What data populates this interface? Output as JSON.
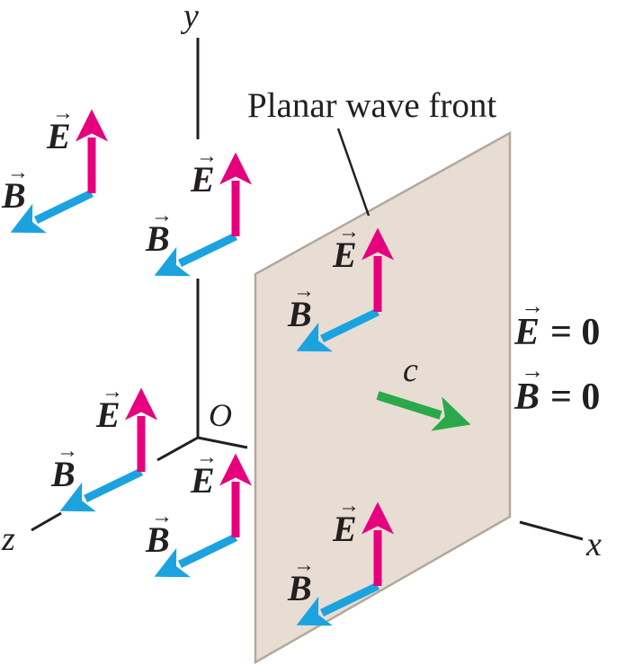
{
  "axes": {
    "x": "x",
    "y": "y",
    "z": "z",
    "origin": "O"
  },
  "wave_front_label": "Planar wave front",
  "speed_label": "c",
  "vector_symbols": {
    "E": "E",
    "B": "B",
    "arrow": "→"
  },
  "beyond_front": {
    "E_eq": "E = 0",
    "B_eq": "B = 0",
    "zero": "= 0"
  },
  "colors": {
    "E_arrow": "#e6007e",
    "B_arrow": "#1ba3e0",
    "c_arrow": "#2aa84a",
    "plane_fill": "#e8ddd3",
    "plane_edge": "#b3a89c",
    "axis": "#231f20"
  }
}
